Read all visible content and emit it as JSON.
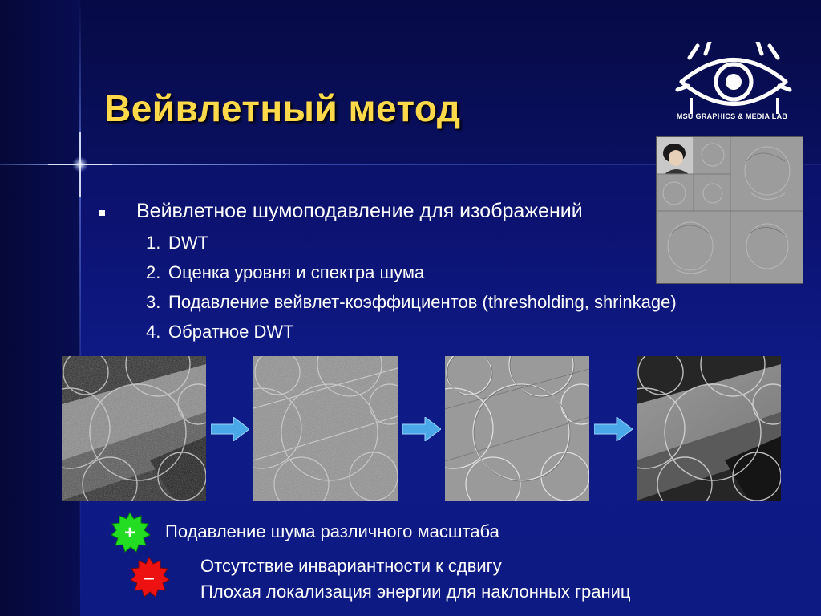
{
  "slide": {
    "title": "Вейвлетный метод",
    "logo_text": "MSU GRAPHICS & MEDIA LAB",
    "main_bullet": "Вейвлетное шумоподавление для изображений",
    "steps": [
      {
        "num": "1.",
        "text": "DWT"
      },
      {
        "num": "2.",
        "text": "Оценка уровня и спектра шума"
      },
      {
        "num": "3.",
        "text": "Подавление вейвлет-коэффициентов (thresholding, shrinkage)"
      },
      {
        "num": "4.",
        "text": "Обратное DWT"
      }
    ],
    "pro": {
      "symbol": "+",
      "text": "Подавление шума различного масштаба"
    },
    "con": {
      "symbol": "–",
      "lines": [
        "Отсутствие инвариантности к сдвигу",
        "Плохая локализация энергии для наклонных границ"
      ]
    }
  },
  "colors": {
    "title": "#ffd94a",
    "text": "#ffffff",
    "pro_badge": "#22dd22",
    "con_badge": "#ee1111",
    "arrow": "#4aa8e8"
  },
  "icons": [
    "msu-eye-logo-icon",
    "arrow-right-icon",
    "plus-badge-icon",
    "minus-badge-icon"
  ]
}
